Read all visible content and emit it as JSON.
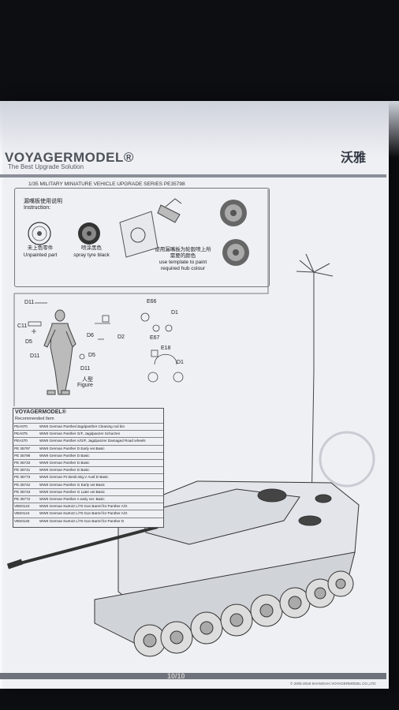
{
  "brand": {
    "name": "VOYAGERMODEL®",
    "tagline": "The Best Upgrade Solution",
    "cjk_name": "沃雅"
  },
  "series_line": "1/35 MILITARY MINIATURE VEHICLE  UPGRADE SERIES PE35798",
  "instruction_panel": {
    "title_cjk": "漏嘴板使用说明",
    "title_en": "Instruction:",
    "unpainted_cjk": "未上色零件",
    "unpainted_en": "Unpainted part",
    "spray_cjk": "喷涂黑色",
    "spray_en": "spray tyre black",
    "template_cjk": "使用漏嘴板为轮毂喷上所需要的颜色",
    "template_en": "use template to paint required hub colour"
  },
  "figure_labels": {
    "d11_top": "D11",
    "c11": "C11",
    "d5_left": "D5",
    "d11_mid": "D11",
    "d6": "D6",
    "d5_right": "D5",
    "d2": "D2",
    "d11_low": "D11",
    "figure_cjk": "人型",
    "figure_en": "Figure",
    "e66": "E66",
    "e67": "E67",
    "e18": "E18",
    "d1_top": "D1",
    "d1": "D1"
  },
  "recommended": {
    "brand": "VOYAGERMODEL®",
    "title": "Recommended Item",
    "rows": [
      {
        "code": "PEA070",
        "desc": "WWII German Panther/Jagdpanther Cleaning rod bin"
      },
      {
        "code": "PEA075",
        "desc": "WWII German Panther G/F, Jagdpanzer Schurzen"
      },
      {
        "code": "PEA270",
        "desc": "WWII German Panther A/G/F, Jagdpanzer Damaged Road wheels"
      },
      {
        "code": "PE 35797",
        "desc": "WWII German Panther D Early ver.Basic"
      },
      {
        "code": "PE 35798",
        "desc": "WWII German Panther D Basic"
      },
      {
        "code": "PE 35733",
        "desc": "WWII German Panther D Basic"
      },
      {
        "code": "PE 35741",
        "desc": "WWII German Panther D Basic"
      },
      {
        "code": "PE 35773",
        "desc": "WWII German Pz.Beob.Wg.V Ausf.D Basic"
      },
      {
        "code": "PE 35742",
        "desc": "WWII German Panther G Early ver.Basic"
      },
      {
        "code": "PE 35743",
        "desc": "WWII German Panther G Later ver.Basic"
      },
      {
        "code": "PE 35772",
        "desc": "WWII German Panther A early ver. Basic"
      },
      {
        "code": "VBS0143",
        "desc": "WWII German KwK42 L/70 Gun Barrel for Panther A/G"
      },
      {
        "code": "VBS0144",
        "desc": "WWII German KwK42 L/70 Gun Barrel for Panther A/G"
      },
      {
        "code": "VBS0145",
        "desc": "WWII German KwK42 L/70 Gun Barrel for Panther D"
      }
    ]
  },
  "footer": {
    "page": "10/10",
    "copyright": "© 2005-2018 SHANGHAI VOYAGERMODEL CO.,LTD"
  }
}
